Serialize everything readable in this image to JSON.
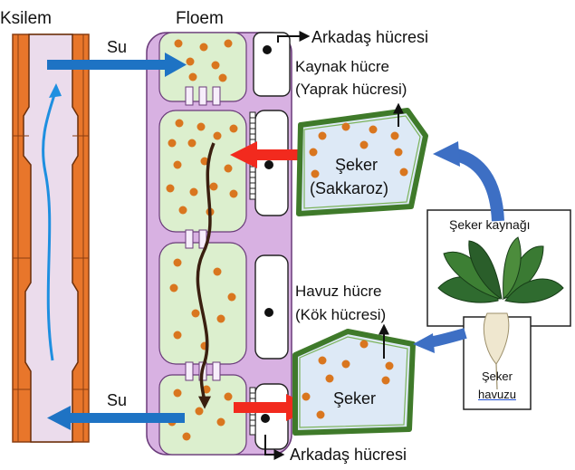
{
  "labels": {
    "xylem": "Ksilem",
    "phloem": "Floem",
    "water_top": "Su",
    "water_bottom": "Su",
    "companion_top": "Arkadaş hücresi",
    "companion_bottom": "Arkadaş hücresi",
    "source_cell_line1": "Kaynak hücre",
    "source_cell_line2": "(Yaprak hücresi)",
    "sugar_leaf_line1": "Şeker",
    "sugar_leaf_line2": "(Sakkaroz)",
    "sink_cell_line1": "Havuz hücre",
    "sink_cell_line2": "(Kök hücresi)",
    "sugar_root": "Şeker",
    "sugar_source_box": "Şeker kaynağı",
    "sugar_sink_line1": "Şeker",
    "sugar_sink_line2": "havuzu"
  },
  "colors": {
    "xylem_wall": "#e8762b",
    "xylem_lumen": "#ebdcec",
    "phloem_wall": "#d8b1e2",
    "phloem_cytoplasm": "#dcefce",
    "sugar_dot": "#d9761f",
    "cell_border_green": "#3f7a2a",
    "cell_fill_blue": "#dde9f6",
    "water_arrow": "#1e73c4",
    "sugar_arrow": "#f22a1e",
    "flow_arrow": "#3a1f10",
    "curved_arrow": "#3d6fc4"
  },
  "icons": [
    "beet-plant-icon"
  ]
}
